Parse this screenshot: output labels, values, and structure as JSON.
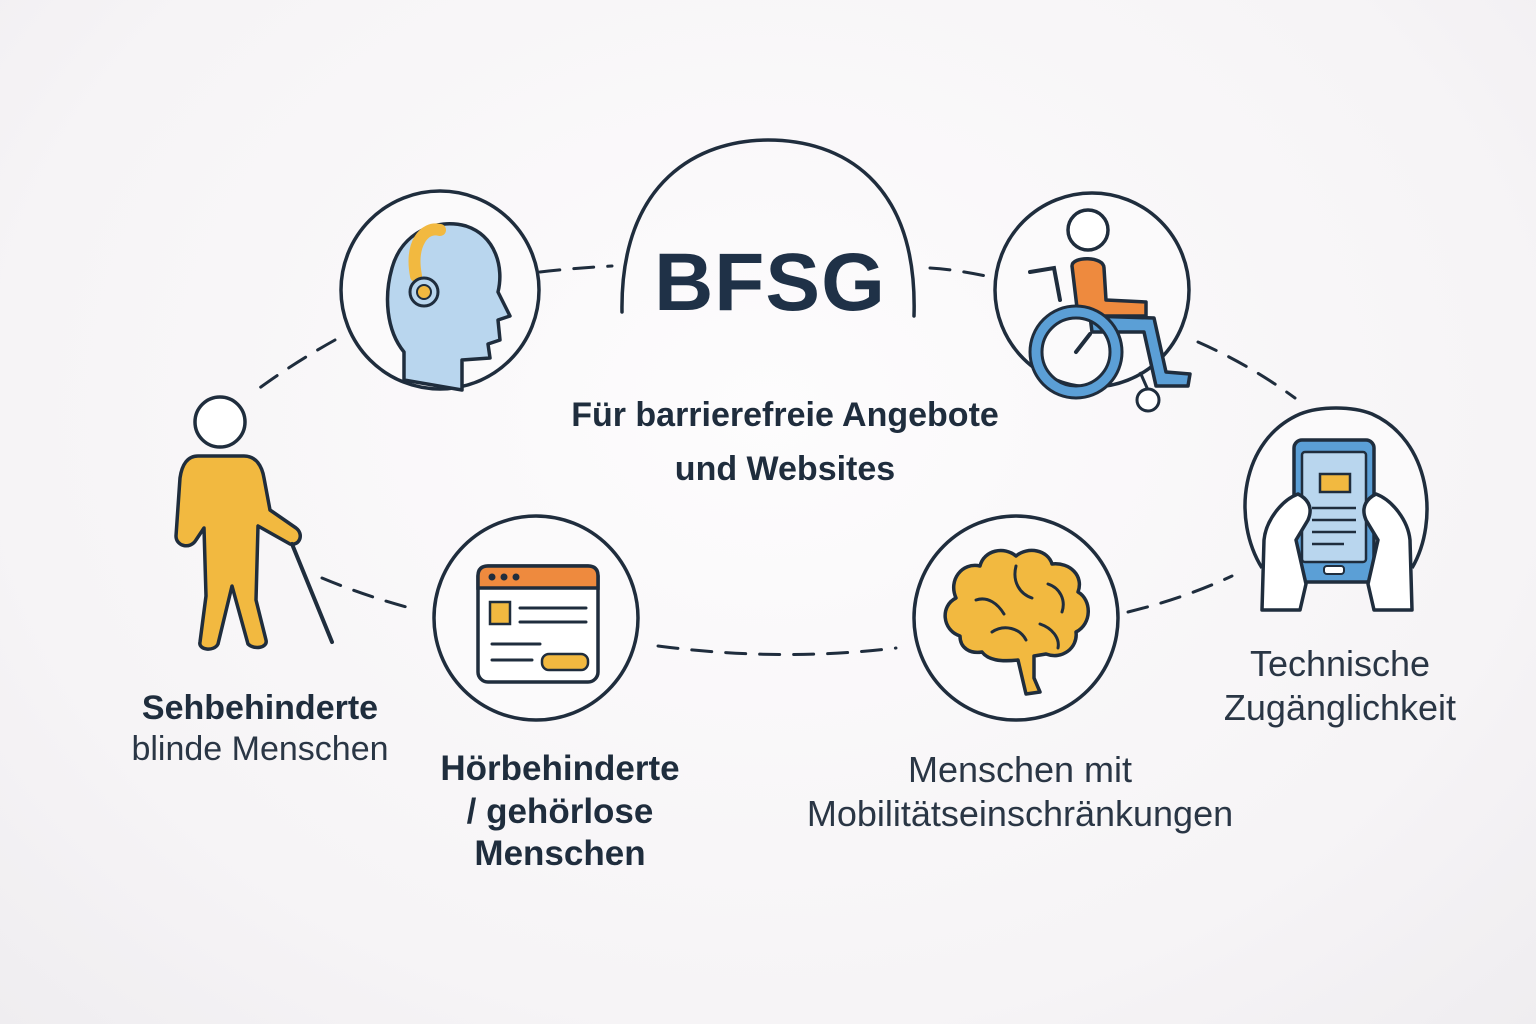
{
  "title": "BFSG",
  "subtitle": {
    "line1": "Für barrierefreie Angebote",
    "line2": "und Websites"
  },
  "groups": {
    "sehbehinderte": {
      "line1": "Sehbehinderte",
      "line2": "blinde Menschen"
    },
    "hoerbehinderte": {
      "line1": "Hörbehinderte",
      "line2": "/ gehörlose",
      "line3": "Menschen"
    },
    "mobilitaet": {
      "line1": "Menschen mit",
      "line2": "Mobilitätseinschränkungen"
    },
    "technik": {
      "line1": "Technische",
      "line2": "Zugänglichkeit"
    }
  },
  "icons": {
    "headphones_head": "head-with-headphones-icon",
    "wheelchair": "wheelchair-user-icon",
    "blind_person": "person-with-cane-icon",
    "browser": "browser-window-icon",
    "brain": "brain-icon",
    "smartphone": "hands-holding-smartphone-icon"
  },
  "colors": {
    "outline": "#1f2d3d",
    "yellow": "#f2b940",
    "orange": "#ee8a3e",
    "blue": "#5b9fd6",
    "light_blue": "#b9d6ee"
  }
}
